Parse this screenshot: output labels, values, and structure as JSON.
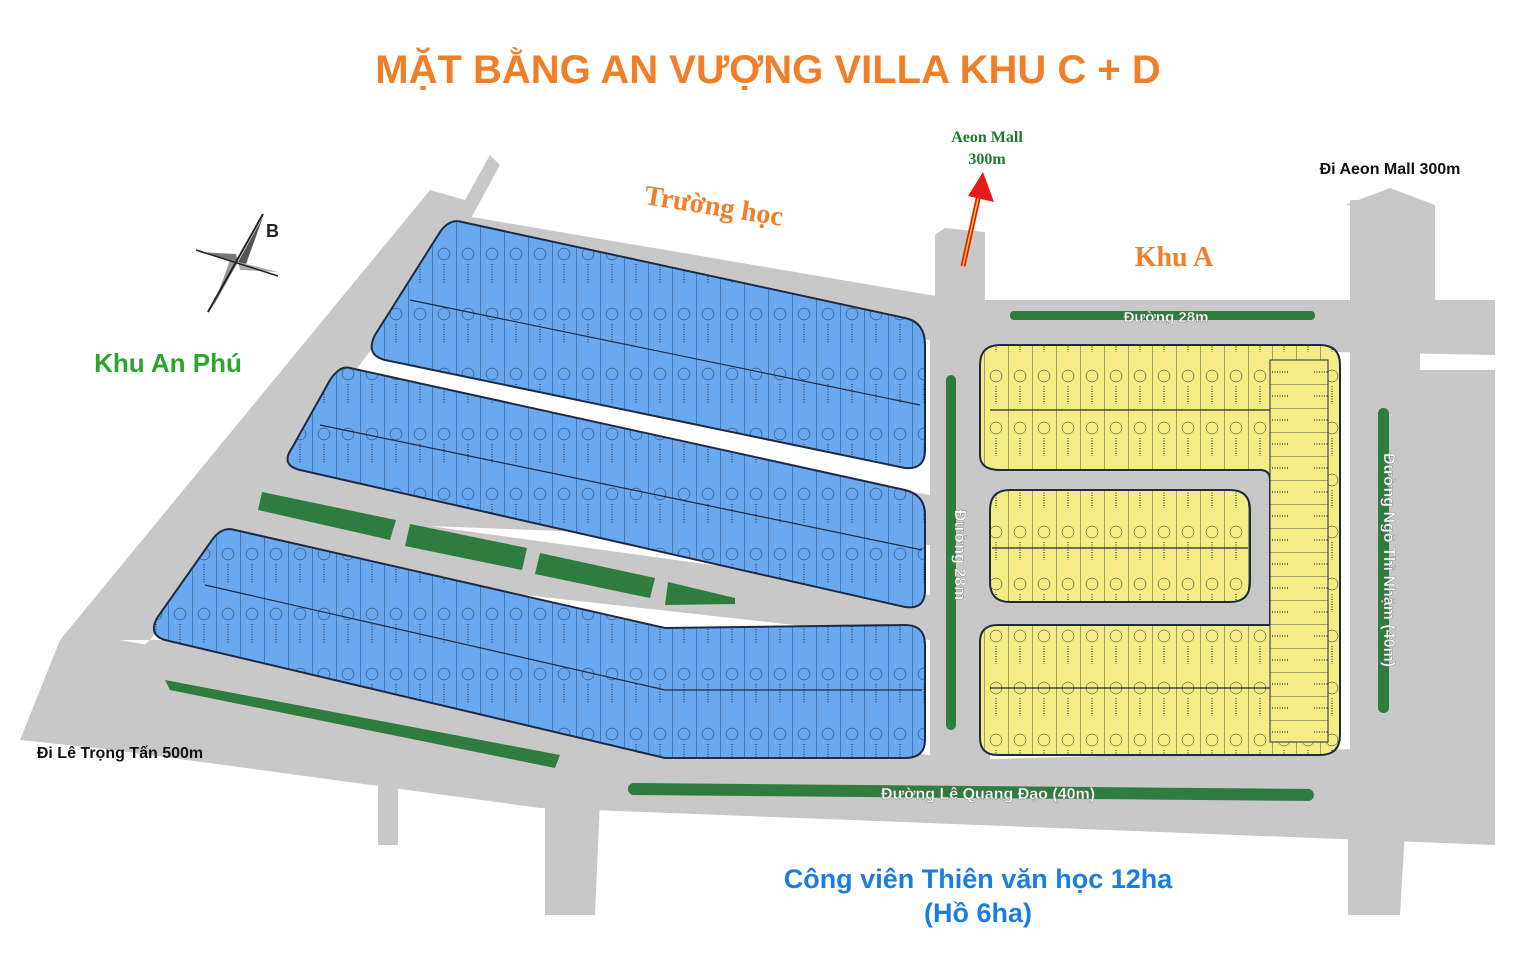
{
  "title": "MẶT BẰNG AN VƯỢNG VILLA KHU C + D",
  "labels": {
    "school": "Trường học",
    "khu_a": "Khu A",
    "khu_an_phu": "Khu An Phú",
    "aeon_line1": "Aeon Mall",
    "aeon_line2": "300m",
    "di_aeon": "Đi Aeon Mall 300m",
    "di_le_trong_tan": "Đi Lê Trọng Tấn 500m",
    "road_28_top": "Đường 28m",
    "road_28_vertical": "Đường 28m",
    "road_ngo_thi_nham": "Đường Ngô Thì Nhậm (40m)",
    "road_le_quang_dao": "Đường Lê Quang Đạo (40m)",
    "park_line1": "Công viên Thiên văn học 12ha",
    "park_line2": "(Hồ 6ha)",
    "compass_north": "B"
  },
  "colors": {
    "title": "#f07f2a",
    "school": "#f07f2a",
    "khu_a": "#f07f2a",
    "khu_an_phu": "#2aa62a",
    "aeon": "#1e7a2e",
    "park": "#1a7ee0",
    "road": "#c8c8c8",
    "green_strip": "#2e7d3f",
    "block_blue": "#6aa9f0",
    "block_yellow": "#f4ec84",
    "arrow": "#e21b1b"
  }
}
